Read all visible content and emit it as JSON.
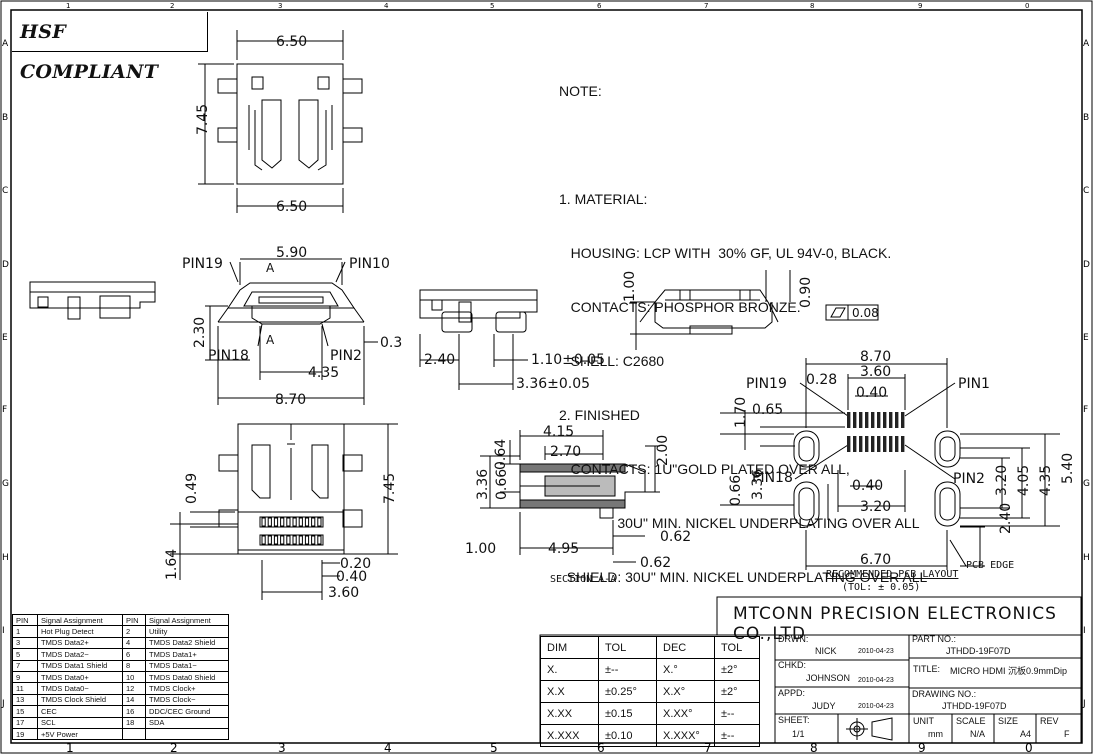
{
  "hsf_label": "HSF COMPLIANT",
  "frame": {
    "col_labels": [
      "1",
      "2",
      "3",
      "4",
      "5",
      "6",
      "7",
      "8",
      "9",
      "0"
    ],
    "row_labels": [
      "A",
      "B",
      "C",
      "D",
      "E",
      "F",
      "G",
      "H",
      "I",
      "J"
    ]
  },
  "notes": {
    "heading": "NOTE:",
    "lines": [
      "1. MATERIAL:",
      "   HOUSING: LCP WITH  30% GF, UL 94V-0, BLACK.",
      "   CONTACTS: PHOSPHOR BRONZE.",
      "   SHELL: C2680",
      "2. FINISHED",
      "   CONTACTS: 1U\"GOLD PLATED OVER ALL,",
      "               30U\" MIN. NICKEL UNDERPLATING OVER ALL",
      "  SHIELD: 30U\" MIN. NICKEL UNDERPLATING OVER ALL"
    ]
  },
  "top_view": {
    "dim_top": "6.50",
    "dim_bottom": "6.50",
    "dim_height": "7.45"
  },
  "front_view": {
    "dim_opening": "5.90",
    "pin19": "PIN19",
    "pin10": "PIN10",
    "pin18": "PIN18",
    "pin2": "PIN2",
    "section_mark": "A",
    "dim_height": "2.30",
    "dim_inner": "4.35",
    "dim_overall": "8.70",
    "dim_gap": "0.3"
  },
  "side_view": {
    "dim_a": "2.40",
    "dim_b": "1.10±0.05",
    "dim_c": "3.36±0.05"
  },
  "rear_view": {
    "dim_height": "1.00",
    "dim_top": "0.90",
    "flatness": "0.08"
  },
  "bottom_view": {
    "dim_leg": "0.49",
    "dim_height": "7.45",
    "dim_front": "1.64",
    "dim_pitch": "0.20",
    "dim_width": "0.40",
    "dim_span": "3.60"
  },
  "section_view": {
    "caption": "SECTION A-A",
    "dim_a": "4.15",
    "dim_b": "2.70",
    "dim_c": "0.64",
    "dim_d": "3.36",
    "dim_e": "0.66",
    "dim_f": "2.00",
    "dim_g": "0.62",
    "dim_h": "1.00",
    "dim_i": "4.95",
    "dim_j": "0.62"
  },
  "pcb_layout": {
    "dim_width": "8.70",
    "dim_pads": "3.60",
    "dim_pitch": "0.40",
    "dim_pad_w": "0.28",
    "dim_row": "0.65",
    "dim_row_gap": "1.70",
    "pin19": "PIN19",
    "pin1": "PIN1",
    "pin18": "PIN18",
    "pin2": "PIN2",
    "dim_slot_w": "0.40",
    "dim_slot_span": "3.20",
    "dim_slot_h": "3.20",
    "dim_slot_h2": "4.05",
    "dim_slot_h3": "4.35",
    "dim_total_h": "5.40",
    "dim_rear": "2.40",
    "dim_base": "6.70",
    "caption": "RECOMMENDED PCB LAYOUT",
    "tolerance": "(TOL: ± 0.05)",
    "edge": "PCB EDGE"
  },
  "pin_table": {
    "headers": [
      "PIN",
      "Signal Assignment",
      "PIN",
      "Signal Assignment"
    ],
    "rows": [
      [
        "1",
        "Hot Plug Detect",
        "2",
        "Utility"
      ],
      [
        "3",
        "TMDS Data2+",
        "4",
        "TMDS Data2 Shield"
      ],
      [
        "5",
        "TMDS Data2−",
        "6",
        "TMDS Data1+"
      ],
      [
        "7",
        "TMDS Data1 Shield",
        "8",
        "TMDS Data1−"
      ],
      [
        "9",
        "TMDS Data0+",
        "10",
        "TMDS Data0 Shield"
      ],
      [
        "11",
        "TMDS Data0−",
        "12",
        "TMDS Clock+"
      ],
      [
        "13",
        "TMDS Clock Shield",
        "14",
        "TMDS Clock−"
      ],
      [
        "15",
        "CEC",
        "16",
        "DDC/CEC Ground"
      ],
      [
        "17",
        "SCL",
        "18",
        "SDA"
      ],
      [
        "19",
        "+5V Power",
        "",
        ""
      ]
    ]
  },
  "title_block": {
    "company": "MTCONN PRECISION ELECTRONICS CO.,LTD",
    "tol_headers": [
      "DIM",
      "TOL",
      "DEC",
      "TOL"
    ],
    "tol_rows": [
      [
        "X.",
        "±--",
        "X.°",
        "±2°"
      ],
      [
        "X.X",
        "±0.25°",
        "X.X°",
        "±2°"
      ],
      [
        "X.XX",
        "±0.15",
        "X.XX°",
        "±--"
      ],
      [
        "X.XXX",
        "±0.10",
        "X.XXX°",
        "±--"
      ]
    ],
    "drawn_label": "DRWN:",
    "drawn_name": "NICK",
    "drawn_date": "2010-04-23",
    "checked_label": "CHKD:",
    "checked_name": "JOHNSON",
    "checked_date": "2010-04-23",
    "approved_label": "APPD:",
    "approved_name": "JUDY",
    "approved_date": "2010-04-23",
    "sheet_label": "SHEET:",
    "sheet_value": "1/1",
    "part_label": "PART NO.:",
    "part_value": "JTHDD-19F07D",
    "title_label": "TITLE:",
    "title_value": "MICRO HDMI 沉板0.9mmDip",
    "drawing_label": "DRAWING NO.:",
    "drawing_value": "JTHDD-19F07D",
    "unit_label": "UNIT",
    "unit_value": "mm",
    "scale_label": "SCALE",
    "scale_value": "N/A",
    "size_label": "SIZE",
    "size_value": "A4",
    "rev_label": "REV",
    "rev_value": "F"
  }
}
